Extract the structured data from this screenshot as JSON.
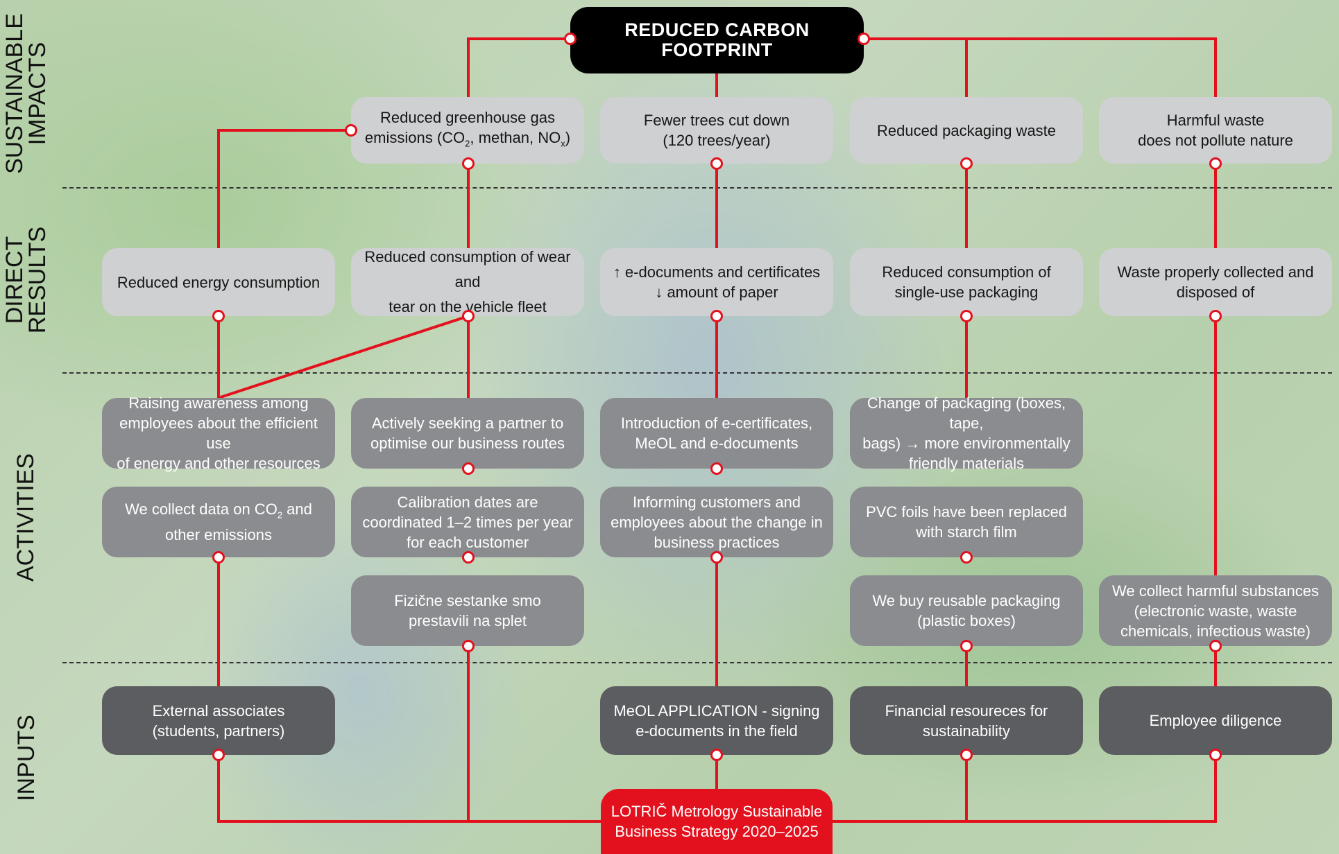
{
  "colors": {
    "connector": "#e3111d",
    "light_box": "#cfd0d2",
    "activity_box": "#8b8c8f",
    "input_box": "#5c5d60",
    "title_box": "#000000",
    "strategy_box": "#e3111d"
  },
  "rows": {
    "sustainable_impacts": "SUSTAINABLE\nIMPACTS",
    "direct_results": "DIRECT\nRESULTS",
    "activities": "ACTIVITIES",
    "inputs": "INPUTS"
  },
  "top": {
    "title": "REDUCED CARBON FOOTPRINT"
  },
  "impacts": {
    "greenhouse": {
      "pre": "Reduced greenhouse gas\nemissions (CO",
      "sub1": "2",
      "mid": ", methan, NO",
      "sub2": "x",
      "post": ")"
    },
    "trees": "Fewer trees cut down\n(120 trees/year)",
    "packaging": "Reduced packaging waste",
    "harmful": "Harmful waste\ndoes not pollute nature"
  },
  "results": {
    "energy": "Reduced energy consumption",
    "fleet": "Reduced consumption of wear and\ntear on the vehicle fleet",
    "edocs": "↑ e-documents and certificates\n↓ amount of paper",
    "single_use": "Reduced consumption of\nsingle-use packaging",
    "waste": "Waste properly collected and\ndisposed of"
  },
  "activities": {
    "awareness": "Raising awareness among\nemployees about the efficient use\nof energy and other resources",
    "partner": "Actively seeking a partner to\noptimise our business routes",
    "ecert": "Introduction of e-certificates,\nMeOL and e-documents",
    "packaging_change": "Change of packaging (boxes, tape,\nbags) → more environmentally\nfriendly materials",
    "co2_data": {
      "pre": "We collect data on CO",
      "sub": "2",
      "post": " and\nother emissions"
    },
    "calibration": "Calibration dates are\ncoordinated 1–2 times per year\nfor each customer",
    "informing": "Informing customers and\nemployees about the change in\nbusiness practices",
    "pvc": "PVC foils have been replaced\nwith starch film",
    "online": "Fizične sestanke smo\nprestavili na splet",
    "reusable": "We buy reusable packaging\n(plastic boxes)",
    "harmful_collect": "We collect harmful substances\n(electronic waste, waste\nchemicals, infectious waste)"
  },
  "inputs": {
    "external": "External associates\n(students, partners)",
    "meol": "MeOL APPLICATION - signing\ne-documents in the field",
    "financial": "Financial resoureces for\nsustainability",
    "diligence": "Employee diligence"
  },
  "strategy": "LOTRIČ Metrology Sustainable\nBusiness Strategy 2020–2025"
}
